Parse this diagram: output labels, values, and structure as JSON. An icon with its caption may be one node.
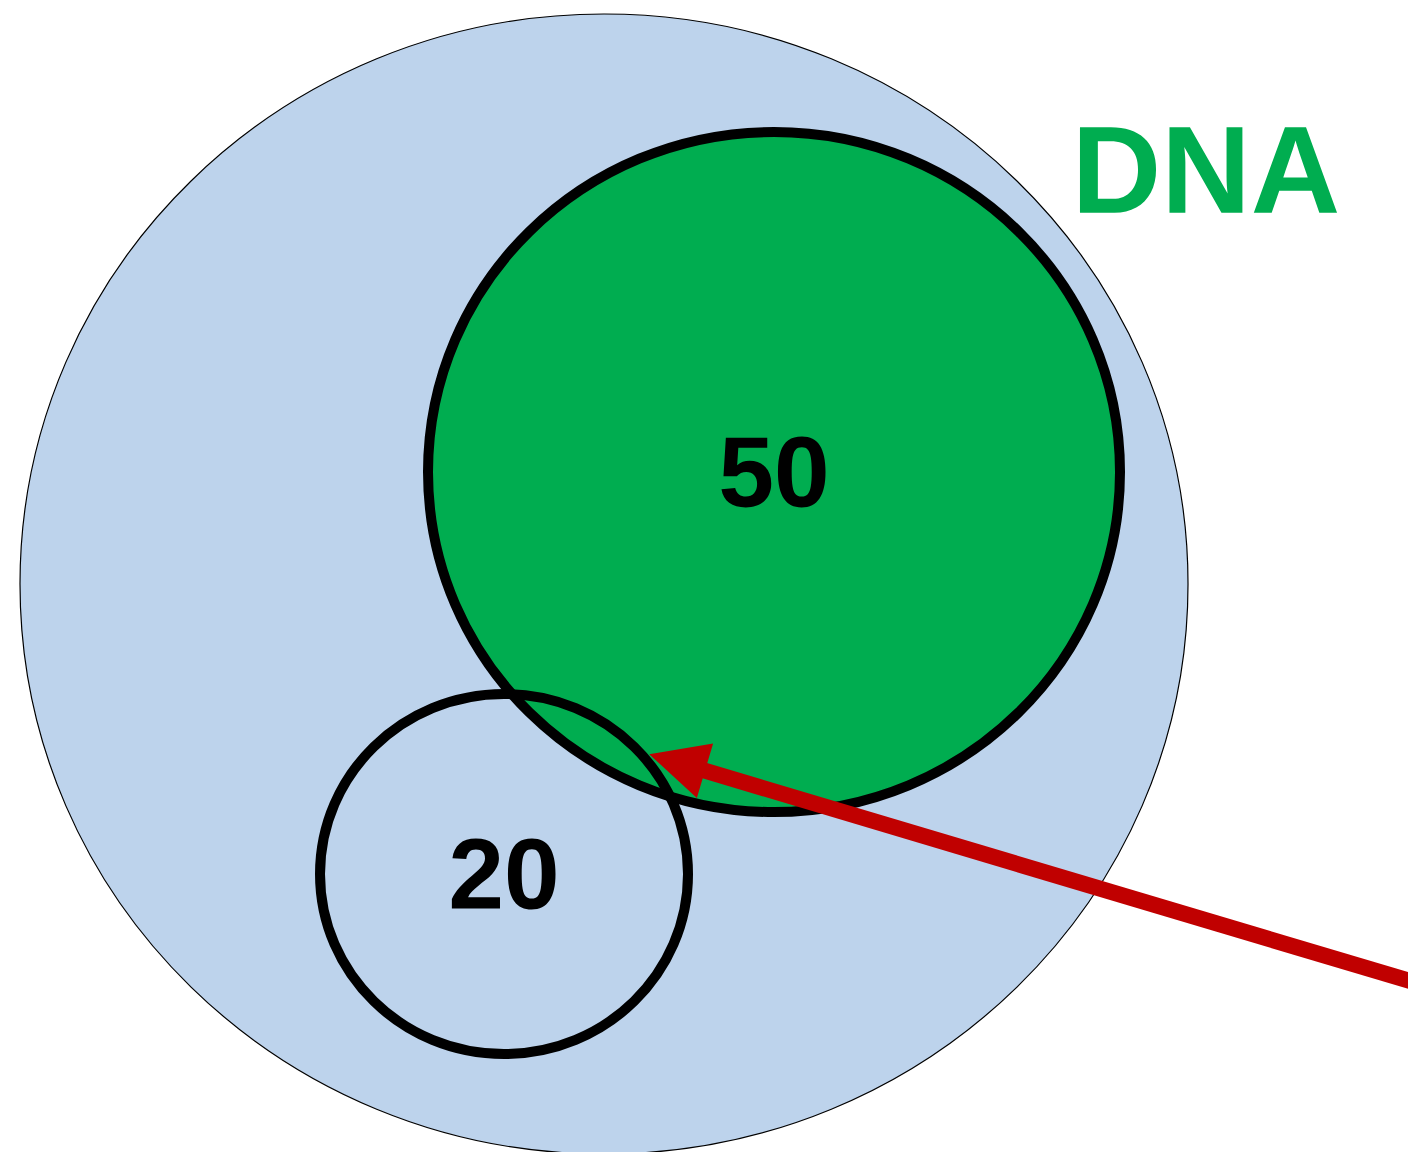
{
  "diagram": {
    "nodes": [
      {
        "text": [],
        "shape": "circle"
      },
      {
        "text": [
          "50"
        ],
        "beside": [
          "DNA"
        ],
        "in": 0
      },
      {
        "text": [
          "20"
        ],
        "in": 0
      }
    ],
    "edges": [
      {
        "from": null,
        "to": 2,
        "arrow": "to"
      }
    ]
  }
}
